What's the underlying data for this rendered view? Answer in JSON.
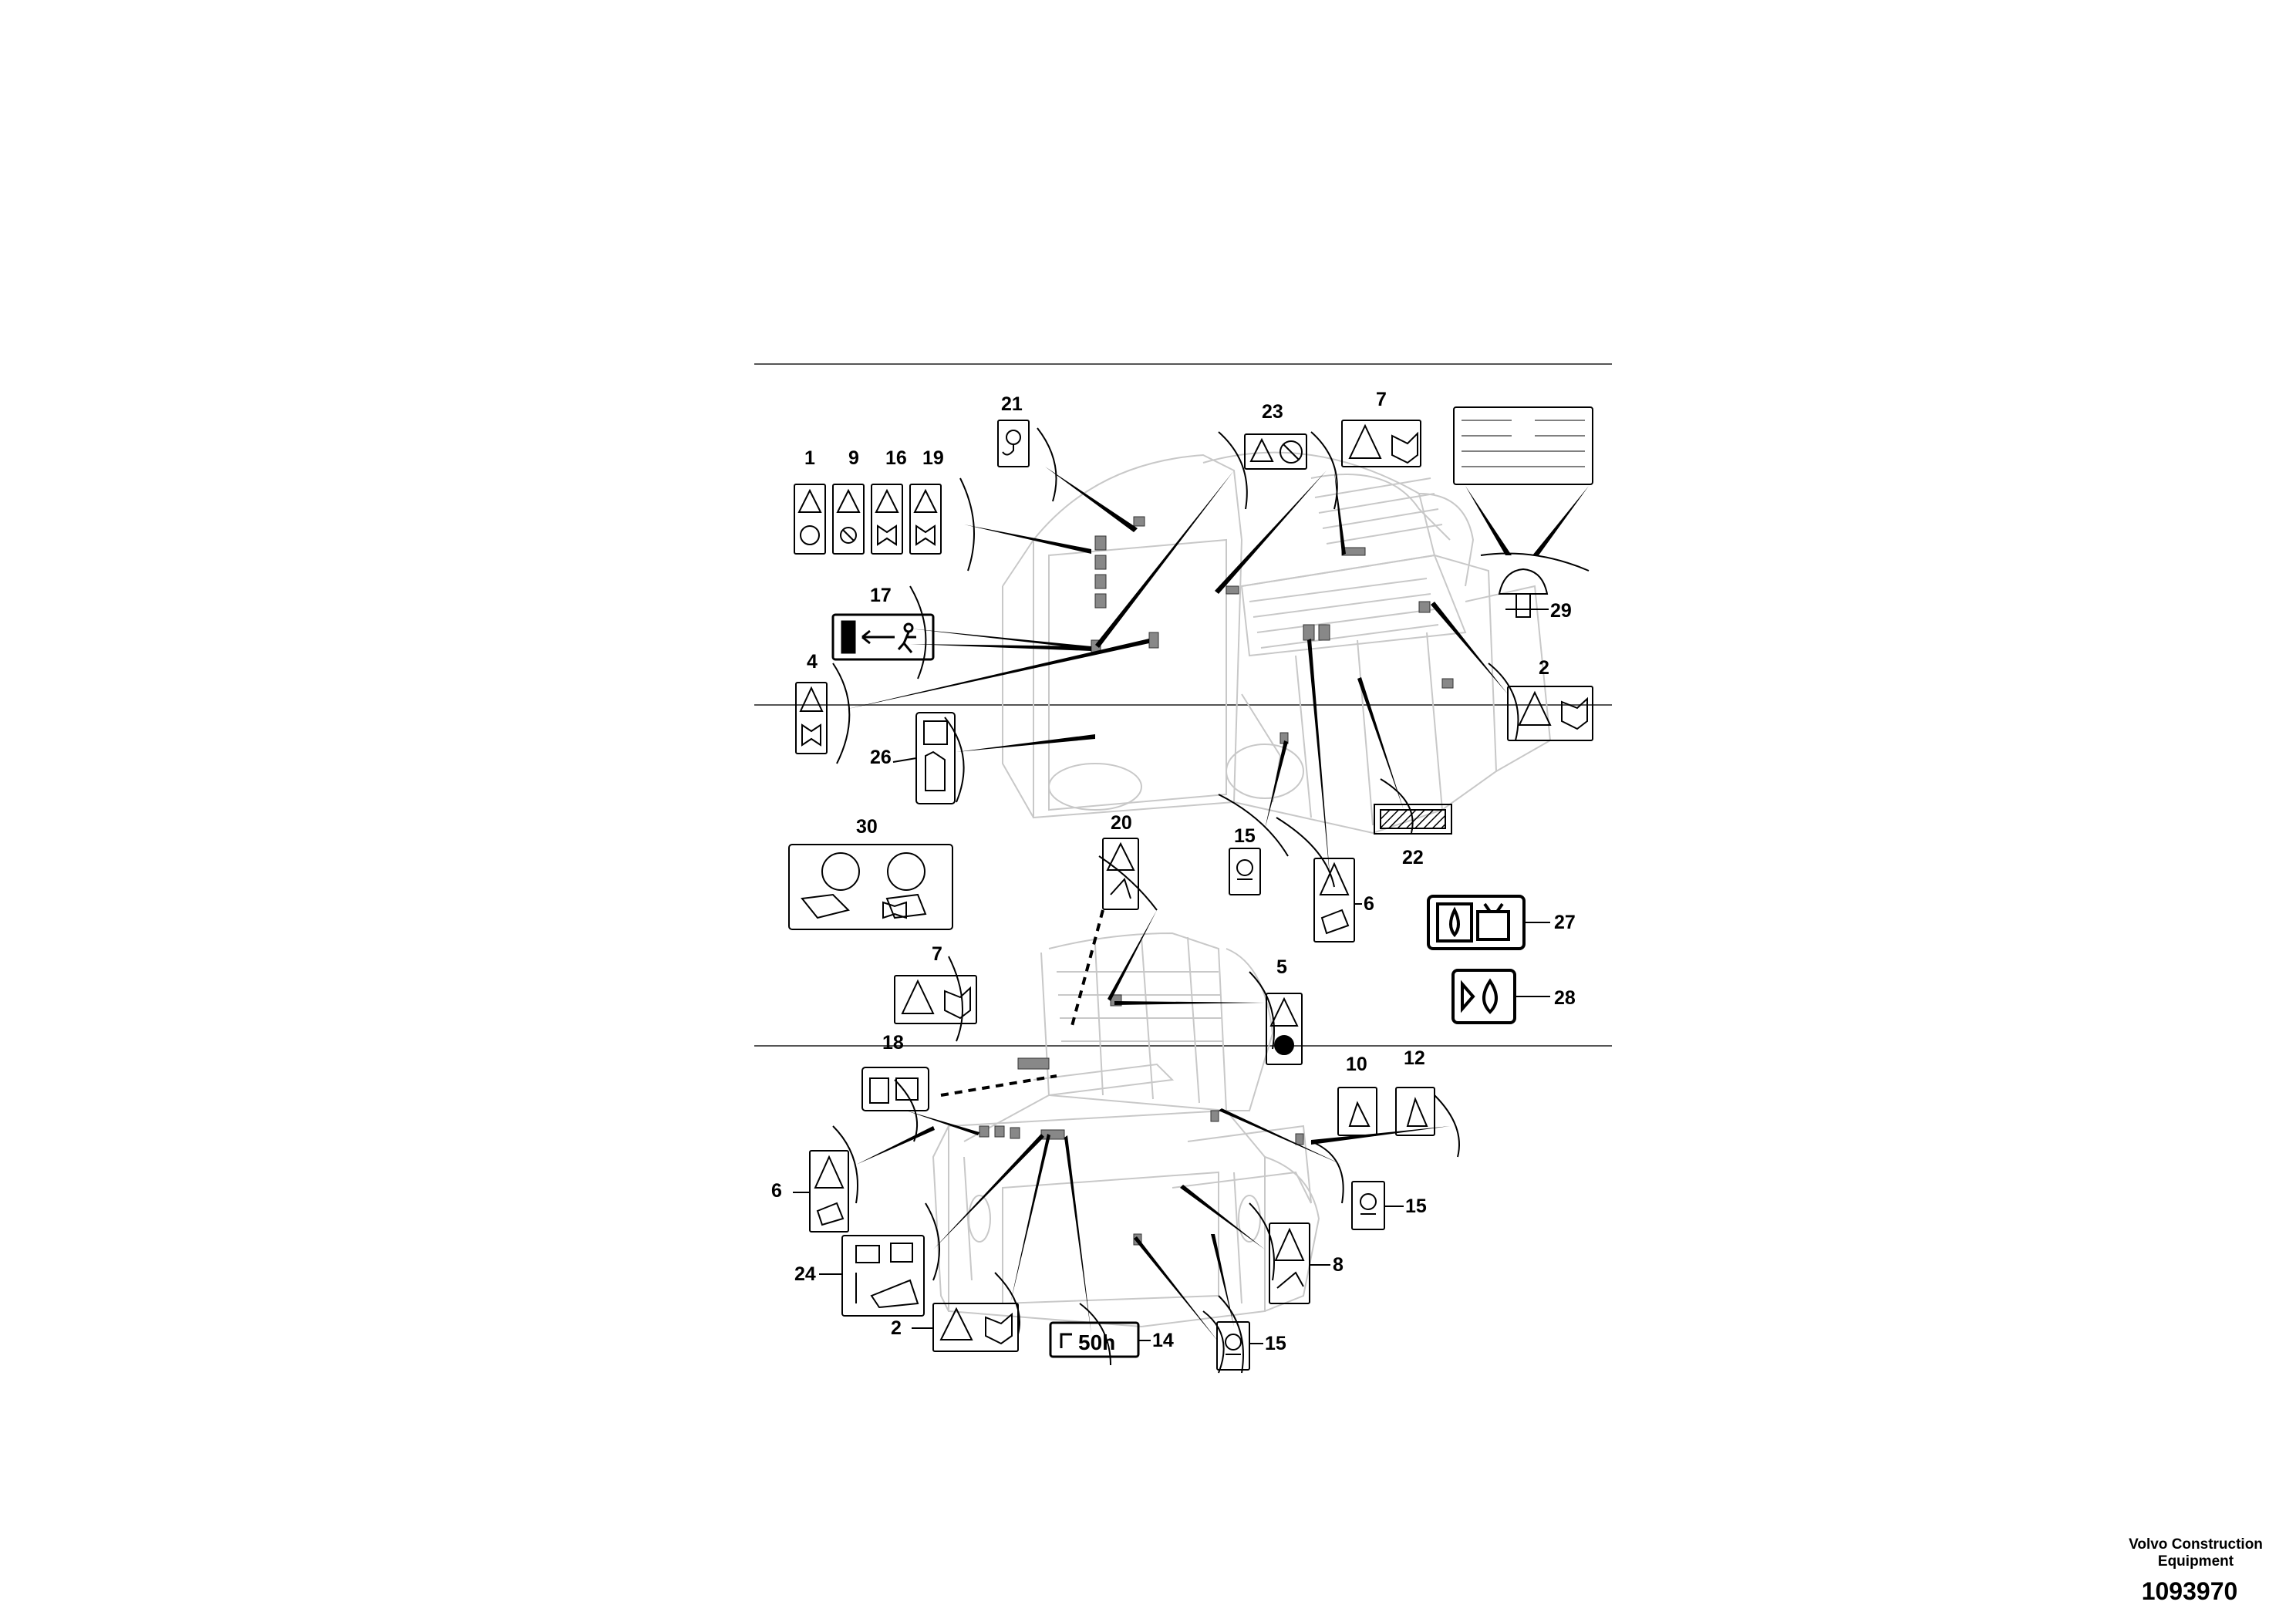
{
  "callouts": [
    "1",
    "9",
    "16",
    "19",
    "21",
    "23",
    "7",
    "17",
    "4",
    "2",
    "29",
    "26",
    "22",
    "15",
    "6",
    "30",
    "20",
    "27",
    "28",
    "7",
    "5",
    "18",
    "10",
    "12",
    "15",
    "6",
    "8",
    "24",
    "2",
    "14",
    "15"
  ],
  "footer": {
    "company": "Volvo Construction Equipment",
    "part_number": "1093970"
  },
  "icons": {
    "warning": "warning-triangle-icon",
    "manual": "operator-manual-icon",
    "lifting": "lifting-hook-icon",
    "exit": "emergency-exit-icon",
    "fuel": "diesel-fuel-icon",
    "hydraulic": "hydraulic-oil-icon",
    "service": "service-interval-icon"
  }
}
